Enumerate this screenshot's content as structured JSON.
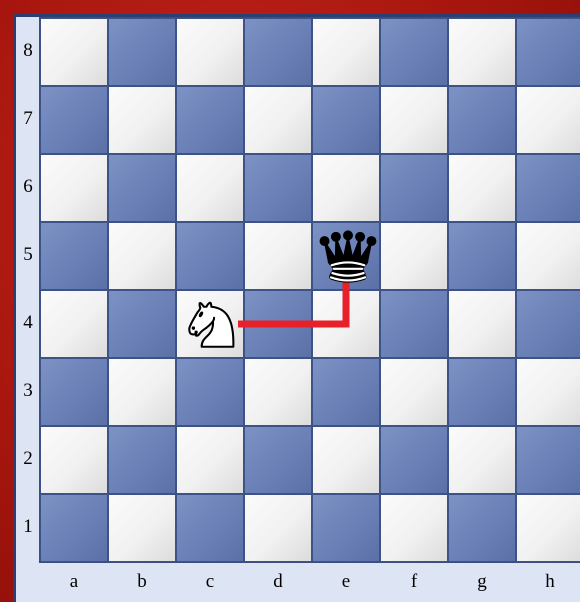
{
  "board": {
    "ranks": [
      "8",
      "7",
      "6",
      "5",
      "4",
      "3",
      "2",
      "1"
    ],
    "files": [
      "a",
      "b",
      "c",
      "d",
      "e",
      "f",
      "g",
      "h"
    ],
    "colors": {
      "light_square": "#f1f1f1",
      "dark_square": "#6a80b6",
      "path": "#e8202a",
      "background": "#b01c1c"
    }
  },
  "pieces": [
    {
      "type": "knight",
      "color": "white",
      "square": "c4",
      "icon": "white-knight-icon"
    },
    {
      "type": "queen",
      "color": "black",
      "square": "e5",
      "icon": "black-queen-icon"
    }
  ],
  "path": {
    "from": "c4",
    "to": "e5",
    "via": "e4"
  }
}
